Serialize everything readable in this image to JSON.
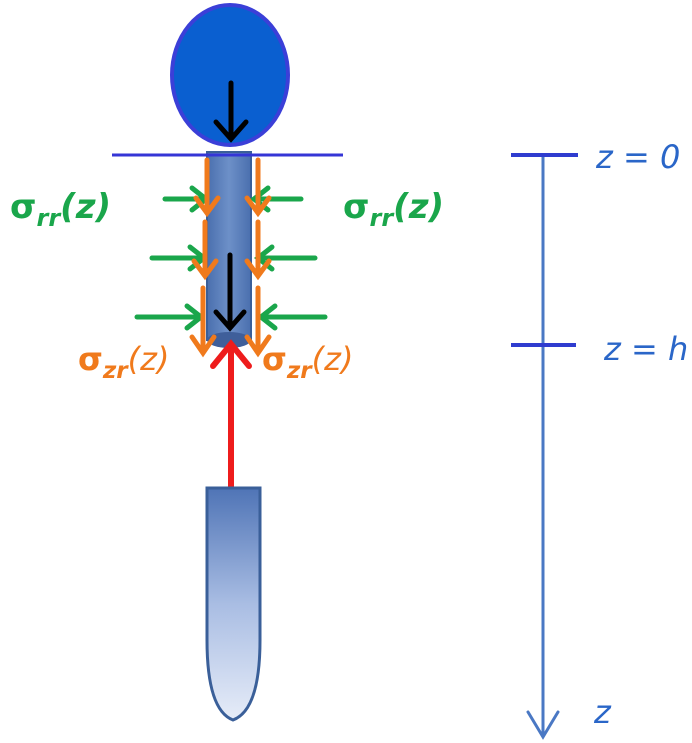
{
  "labels": {
    "sigma_rr_left": {
      "sym": "σ",
      "sub": "rr",
      "arg": "(z)"
    },
    "sigma_rr_right": {
      "sym": "σ",
      "sub": "rr",
      "arg": "(z)"
    },
    "sigma_zr_left": {
      "sym": "σ",
      "sub": "zr",
      "arg": "(z)"
    },
    "sigma_zr_right": {
      "sym": "σ",
      "sub": "zr",
      "arg": "(z)"
    }
  },
  "axis": {
    "z0_label": "z = 0",
    "zh_label": "z = h",
    "z_label": "z"
  },
  "colors": {
    "droplet_fill": "#0a5fd0",
    "droplet_stroke": "#3b3fd8",
    "neck_fill": "#5a82c0",
    "neck_stroke": "#3a5f99",
    "green": "#1aa64b",
    "orange": "#f07a1c",
    "red": "#ee1c1c",
    "black": "#000000",
    "axis": "#4a78c4",
    "tick": "#2f3ccf"
  }
}
